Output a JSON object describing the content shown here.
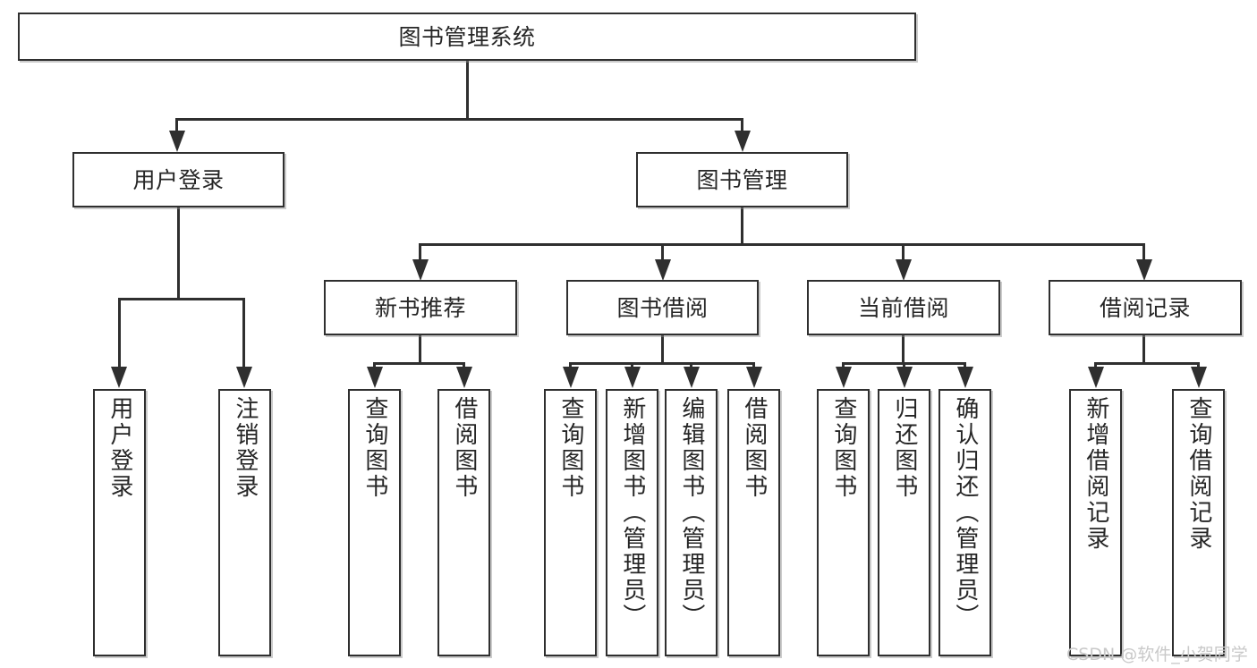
{
  "diagram": {
    "title": "图书管理系统",
    "root": {
      "label": "图书管理系统"
    },
    "level2": [
      {
        "label": "用户登录"
      },
      {
        "label": "图书管理"
      }
    ],
    "level3": [
      {
        "label": "新书推荐"
      },
      {
        "label": "图书借阅"
      },
      {
        "label": "当前借阅"
      },
      {
        "label": "借阅记录"
      }
    ],
    "leaves": {
      "user_login": [
        {
          "label": "用户登录"
        },
        {
          "label": "注销登录"
        }
      ],
      "new_book_recommend": [
        {
          "label": "查询图书"
        },
        {
          "label": "借阅图书"
        }
      ],
      "book_borrow": [
        {
          "label": "查询图书"
        },
        {
          "label": "新增图书（管理员）"
        },
        {
          "label": "编辑图书（管理员）"
        },
        {
          "label": "借阅图书"
        }
      ],
      "current_borrow": [
        {
          "label": "查询图书"
        },
        {
          "label": "归还图书"
        },
        {
          "label": "确认归还（管理员）"
        }
      ],
      "borrow_record": [
        {
          "label": "新增借阅记录"
        },
        {
          "label": "查询借阅记录"
        }
      ]
    }
  },
  "watermark": {
    "text": "CSDN @软件_小贺同学"
  },
  "colors": {
    "line": "#2f2f2f",
    "box_border": "#2f2f2f",
    "box_fill": "#ffffff",
    "text": "#262626",
    "watermark": "#c9c9c9",
    "background": "#ffffff"
  }
}
